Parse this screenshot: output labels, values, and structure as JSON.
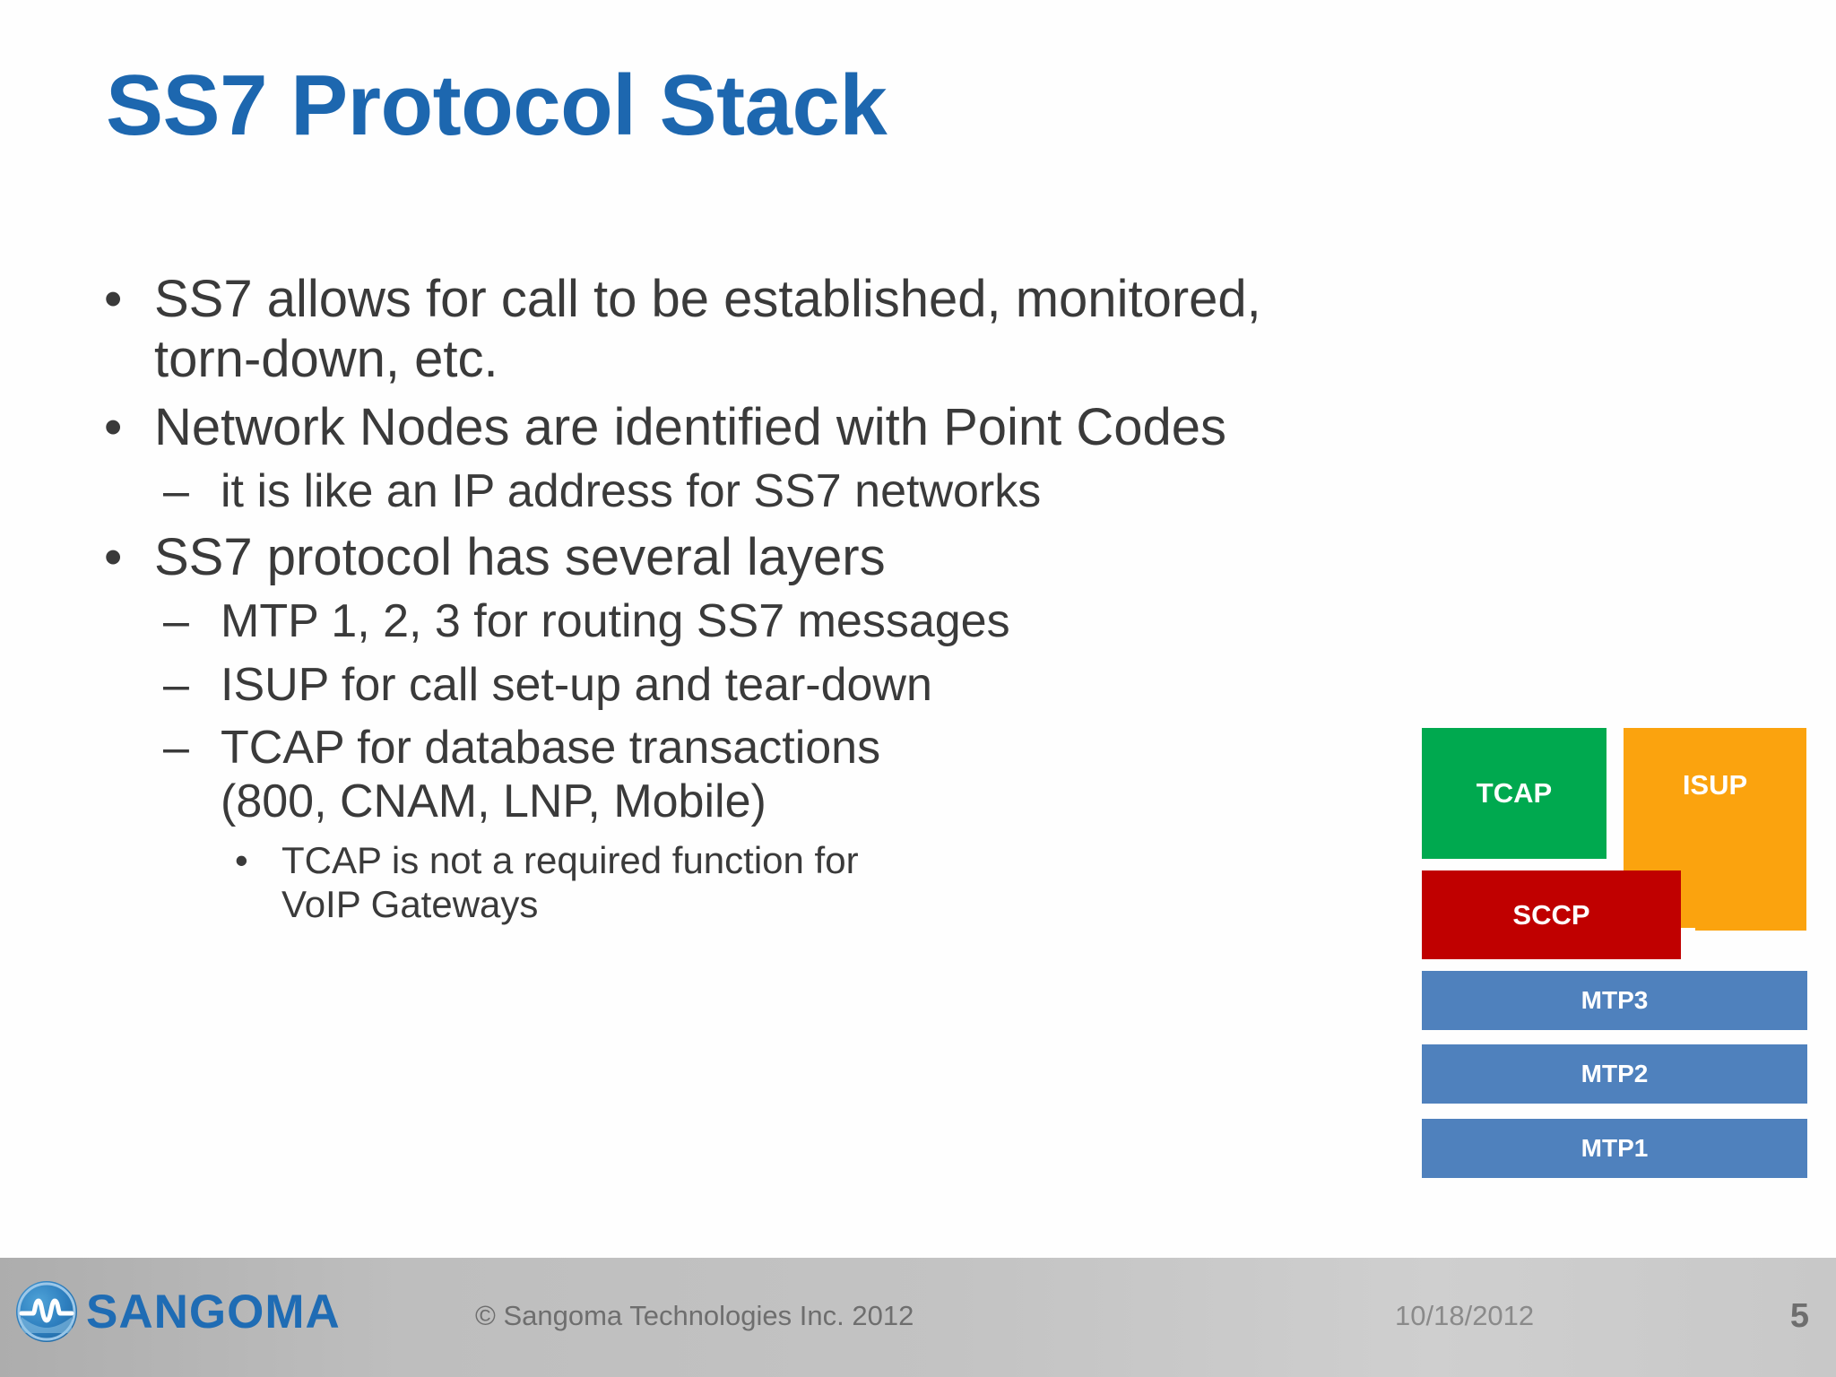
{
  "slide": {
    "title": "SS7 Protocol Stack",
    "title_color": "#1D67AF",
    "body_color": "#3A3A3A",
    "background": "#FEFEFE"
  },
  "bullets": {
    "b1": {
      "marker": "•",
      "line1": "SS7 allows for call to be established, monitored,",
      "line2": "torn-down, etc."
    },
    "b2": {
      "marker": "•",
      "text": "Network Nodes are identified with Point Codes"
    },
    "b2s1": {
      "marker": "–",
      "text": "it is like an IP address for SS7 networks"
    },
    "b3": {
      "marker": "•",
      "text": "SS7 protocol has several layers"
    },
    "b3s1": {
      "marker": "–",
      "text": "MTP 1, 2, 3 for routing SS7 messages"
    },
    "b3s2": {
      "marker": "–",
      "text": "ISUP for call set-up and tear-down"
    },
    "b3s3": {
      "marker": "–",
      "line1": "TCAP for database transactions",
      "line2": "(800, CNAM, LNP, Mobile)"
    },
    "b3s3a": {
      "marker": "•",
      "line1": "TCAP is not a required function for",
      "line2": "VoIP Gateways"
    }
  },
  "diagram": {
    "name": "ss7-protocol-stack",
    "blocks": [
      {
        "label": "TCAP",
        "color": "#00A94F"
      },
      {
        "label": "ISUP",
        "color": "#FBA30E"
      },
      {
        "label": "SCCP",
        "color": "#C00000"
      },
      {
        "label": "MTP3",
        "color": "#4F81BD"
      },
      {
        "label": "MTP2",
        "color": "#4F81BD"
      },
      {
        "label": "MTP1",
        "color": "#4F81BD"
      }
    ],
    "tcap": "TCAP",
    "isup": "ISUP",
    "sccp": "SCCP",
    "mtp3": "MTP3",
    "mtp2": "MTP2",
    "mtp1": "MTP1"
  },
  "footer": {
    "logo_text": "SANGOMA",
    "logo_color": "#1F6CB4",
    "copyright": "© Sangoma Technologies Inc. 2012",
    "date": "10/18/2012",
    "page_number": "5"
  }
}
